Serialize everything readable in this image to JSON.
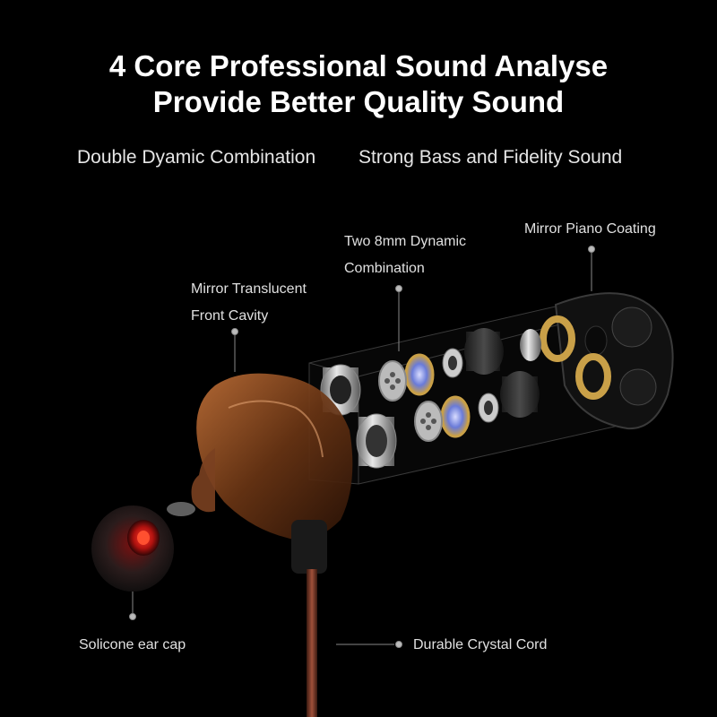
{
  "heading": {
    "line1": "4 Core Professional Sound Analyse",
    "line2": "Provide Better Quality Sound"
  },
  "subheadings": {
    "left": "Double Dyamic Combination",
    "right": "Strong Bass and Fidelity Sound"
  },
  "callouts": {
    "mirror_piano": "Mirror Piano Coating",
    "dynamic_line1": "Two 8mm Dynamic",
    "dynamic_line2": "Combination",
    "front_cavity_line1": "Mirror Translucent",
    "front_cavity_line2": "Front Cavity",
    "ear_cap": "Solicone ear cap",
    "cord": "Durable Crystal Cord"
  },
  "colors": {
    "background": "#000000",
    "shell_amber": "#8a4a1c",
    "gold_ring": "#c9a048",
    "driver_blue": "#6a7bd8",
    "cap_red": "#c4171b"
  }
}
